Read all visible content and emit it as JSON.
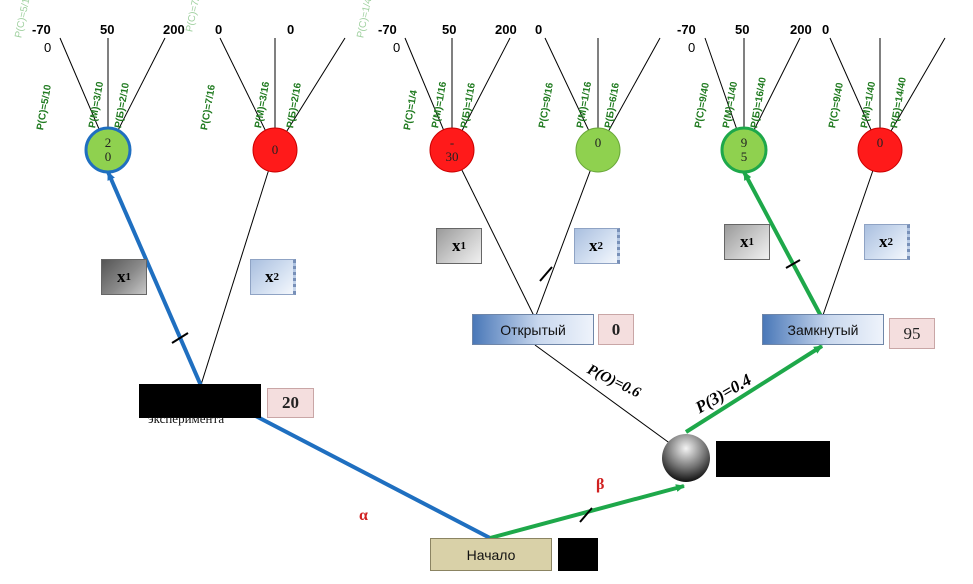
{
  "payoffs": {
    "group_a": [
      "-70",
      "50",
      "200",
      "0",
      "0"
    ],
    "group_b": [
      "-70",
      "50",
      "200",
      "0"
    ],
    "group_c": [
      "-70",
      "50",
      "200",
      "0"
    ],
    "group_a_sub": "0",
    "group_b_sub": "0",
    "group_c_sub": "0"
  },
  "branch_probs": {
    "a1": [
      "P(С)=5/10",
      "P(М)=3/10",
      "P(Б)=2/10"
    ],
    "a2": [
      "P(С)=7/16",
      "P(М)=3/16",
      "P(Б)=2/16"
    ],
    "b1": [
      "P(С)=1/4",
      "P(М)=1/16",
      "P(Б)=1/16"
    ],
    "b2": [
      "P(С)=9/16",
      "P(М)=1/16",
      "P(Б)=6/16"
    ],
    "c1": [
      "P(С)=9/40",
      "P(М)=1/40",
      "P(Б)=16/40"
    ],
    "c2": [
      "P(С)=9/40",
      "P(М)=1/40",
      "P(Б)=14/40"
    ]
  },
  "nodes": {
    "n1": "2\n0",
    "n2": "0",
    "n3": "-\n30",
    "n4": "0",
    "n5": "9\n5",
    "n6": "0"
  },
  "decisions": {
    "x1": "x",
    "x1_sub": "1",
    "x2": "x",
    "x2_sub": "2"
  },
  "boxes": {
    "experiment_label": "эксперимента",
    "experiment_value": "20",
    "open_label": "Открытый",
    "open_value": "0",
    "closed_label": "Замкнутый",
    "closed_value": "95",
    "start_label": "Начало"
  },
  "edges": {
    "p_open": "P(O)=0.6",
    "p_closed": "P(З)=0.4",
    "alpha": "α",
    "beta": "β"
  },
  "colors": {
    "green_node": "#8fd14f",
    "red_node": "#ff1a1a",
    "blue_path": "#1f6fc0",
    "green_path": "#1ea84a"
  }
}
